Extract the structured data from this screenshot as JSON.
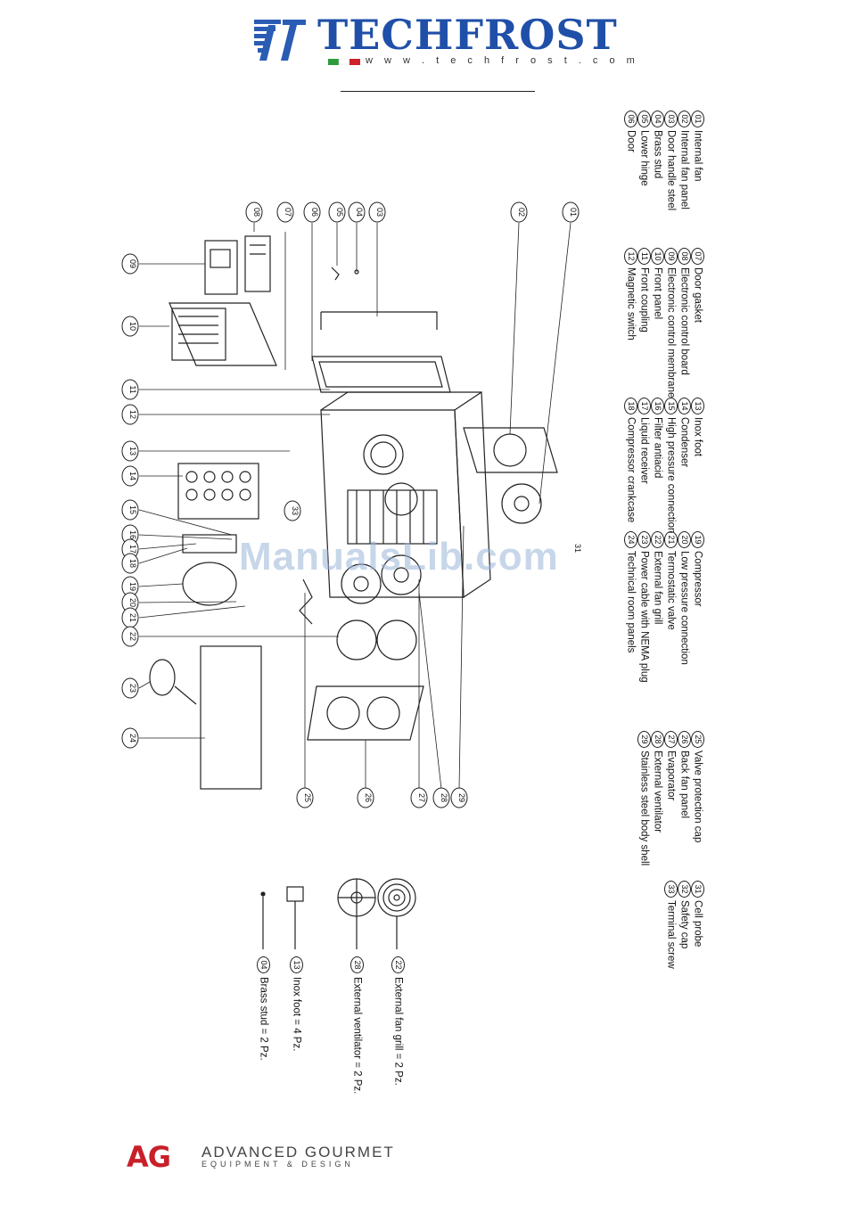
{
  "header": {
    "brand": "TECHFROST",
    "url": "w w w . t e c h f r o s t . c o m",
    "logo_monogram": "FT",
    "brand_color": "#1f4fa8",
    "flag_colors": [
      "#2e9b3a",
      "#ffffff",
      "#d0202a"
    ]
  },
  "legend": {
    "col1": [
      {
        "num": "01",
        "label": "Internal fan"
      },
      {
        "num": "02",
        "label": "Internal fan panel"
      },
      {
        "num": "03",
        "label": "Door handle steel"
      },
      {
        "num": "04",
        "label": "Brass stud"
      },
      {
        "num": "05",
        "label": "Lower hinge"
      },
      {
        "num": "06",
        "label": "Door"
      }
    ],
    "col2": [
      {
        "num": "07",
        "label": "Door gasket"
      },
      {
        "num": "08",
        "label": "Electronic control board"
      },
      {
        "num": "09",
        "label": "Electronic control membrane"
      },
      {
        "num": "10",
        "label": "Front panel"
      },
      {
        "num": "11",
        "label": "Front coupling"
      },
      {
        "num": "12",
        "label": "Magnetic switch"
      }
    ],
    "col3": [
      {
        "num": "13",
        "label": "Inox foot"
      },
      {
        "num": "14",
        "label": "Condenser"
      },
      {
        "num": "15",
        "label": "High pressure connection"
      },
      {
        "num": "16",
        "label": "Filter antiacid"
      },
      {
        "num": "17",
        "label": "Liquid receiver"
      },
      {
        "num": "18",
        "label": "Compressor crankcase"
      }
    ],
    "col4": [
      {
        "num": "19",
        "label": "Compressor"
      },
      {
        "num": "20",
        "label": "Low pressure connection"
      },
      {
        "num": "21",
        "label": "Termostatic valve"
      },
      {
        "num": "22",
        "label": "External fan grill"
      },
      {
        "num": "23",
        "label": "Power cable with NEMA plug"
      },
      {
        "num": "24",
        "label": "Technical room panels"
      }
    ],
    "col5": [
      {
        "num": "25",
        "label": "Valve protection cap"
      },
      {
        "num": "26",
        "label": "Back fan panel"
      },
      {
        "num": "27",
        "label": "Evaporator"
      },
      {
        "num": "28",
        "label": "External ventilator"
      },
      {
        "num": "29",
        "label": "Stainless steel body shell"
      }
    ],
    "col6": [
      {
        "num": "31",
        "label": "Cell probe"
      },
      {
        "num": "32",
        "label": "Safety cap"
      },
      {
        "num": "33",
        "label": "Terminal screw"
      }
    ]
  },
  "callouts_left": [
    "09",
    "10",
    "11",
    "12",
    "13",
    "14",
    "15",
    "16",
    "17",
    "18",
    "19",
    "20",
    "21",
    "22",
    "23",
    "24"
  ],
  "callouts_top": [
    "08",
    "07",
    "06",
    "05",
    "04",
    "03",
    "02",
    "01"
  ],
  "callouts_bottom": [
    "25",
    "26",
    "27",
    "28",
    "29"
  ],
  "callout_middle": [
    "33",
    "31"
  ],
  "spare_parts": [
    {
      "num": "22",
      "label": "External fan grill = 2 Pz."
    },
    {
      "num": "28",
      "label": "External ventilator = 2 Pz."
    },
    {
      "num": "13",
      "label": "Inox foot    = 4 Pz."
    },
    {
      "num": "04",
      "label": "Brass stud = 2 Pz."
    }
  ],
  "watermark": "ManualsLib.com",
  "footer": {
    "mark": "AG",
    "company": "ADVANCED GOURMET",
    "tagline": "EQUIPMENT & DESIGN",
    "accent": "#c8202a"
  }
}
